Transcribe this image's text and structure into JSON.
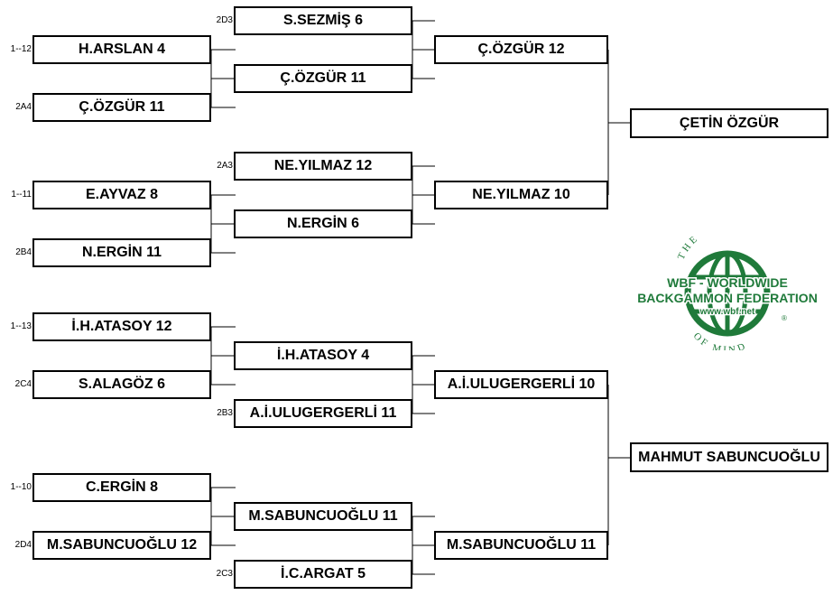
{
  "seeds": [
    "1--12",
    "2A4",
    "1--11",
    "2B4",
    "1--13",
    "2C4",
    "1--10",
    "2D4",
    "2D3",
    "2A3",
    "2B3",
    "2C3"
  ],
  "round1": [
    "H.ARSLAN  4",
    "Ç.ÖZGÜR  11",
    "E.AYVAZ  8",
    "N.ERGİN  11",
    "İ.H.ATASOY  12",
    "S.ALAGÖZ  6",
    "C.ERGİN  8",
    "M.SABUNCUOĞLU  12"
  ],
  "round2": [
    "S.SEZMİŞ  6",
    "Ç.ÖZGÜR  11",
    "NE.YILMAZ  12",
    "N.ERGİN  6",
    "İ.H.ATASOY  4",
    "A.İ.ULUGERGERLİ  11",
    "M.SABUNCUOĞLU  11",
    "İ.C.ARGAT  5"
  ],
  "round3": [
    "Ç.ÖZGÜR  12",
    "NE.YILMAZ  10",
    "A.İ.ULUGERGERLİ  10",
    "M.SABUNCUOĞLU  11"
  ],
  "winners": [
    "ÇETİN ÖZGÜR",
    "MAHMUT SABUNCUOĞLU"
  ],
  "logo": {
    "arc_top": "THE SPORT",
    "line1": "WBF - WORLDWIDE",
    "line2": "BACKGAMMON FEDERATION",
    "url": "www.wbf.net",
    "registered": "®",
    "arc_bottom": "OF MIND",
    "color": "#1f7a3a"
  }
}
